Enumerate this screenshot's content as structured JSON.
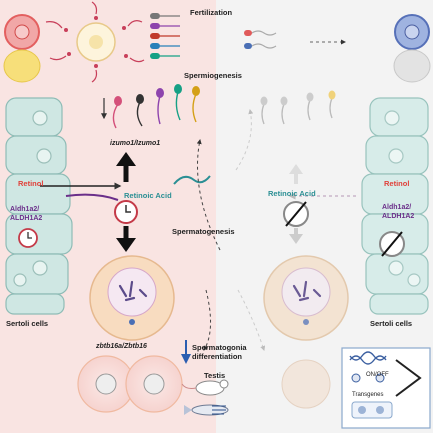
{
  "labels": {
    "fertilization": "Fertilization",
    "spermiogenesis": "Spermiogenesis",
    "izumo": "izumo1/Izumo1",
    "retinol_left": "Retinol",
    "retinoic_acid_left": "Retinoic Acid",
    "aldh_left_1": "Aldh1a2/",
    "aldh_left_2": "ALDH1A2",
    "spermatogenesis": "Spermatogenesis",
    "retinoic_acid_right": "Retinoic Acid",
    "retinol_right": "Retinol",
    "aldh_right_1": "Aldh1a2/",
    "aldh_right_2": "ALDH1A2",
    "sertoli_left": "Sertoli cells",
    "sertoli_right": "Sertoli cells",
    "zbtb": "zbtb16a/Zbtb16",
    "differentiation_1": "Spermatogonia",
    "differentiation_2": "differentiation",
    "testis": "Testis",
    "on_off": "ON/OFF",
    "transgenes": "Transgenes"
  },
  "colors": {
    "left_bg": "#f9e4e2",
    "right_bg": "#f3f3f3",
    "sertoli_cell": "#cfe7e3",
    "retinol": "#e0413a",
    "retinoic_acid": "#2b8f94",
    "aldh": "#6b2f8a",
    "spermatocyte": "#f8dcc0",
    "arrow_blue": "#2b5db0"
  }
}
